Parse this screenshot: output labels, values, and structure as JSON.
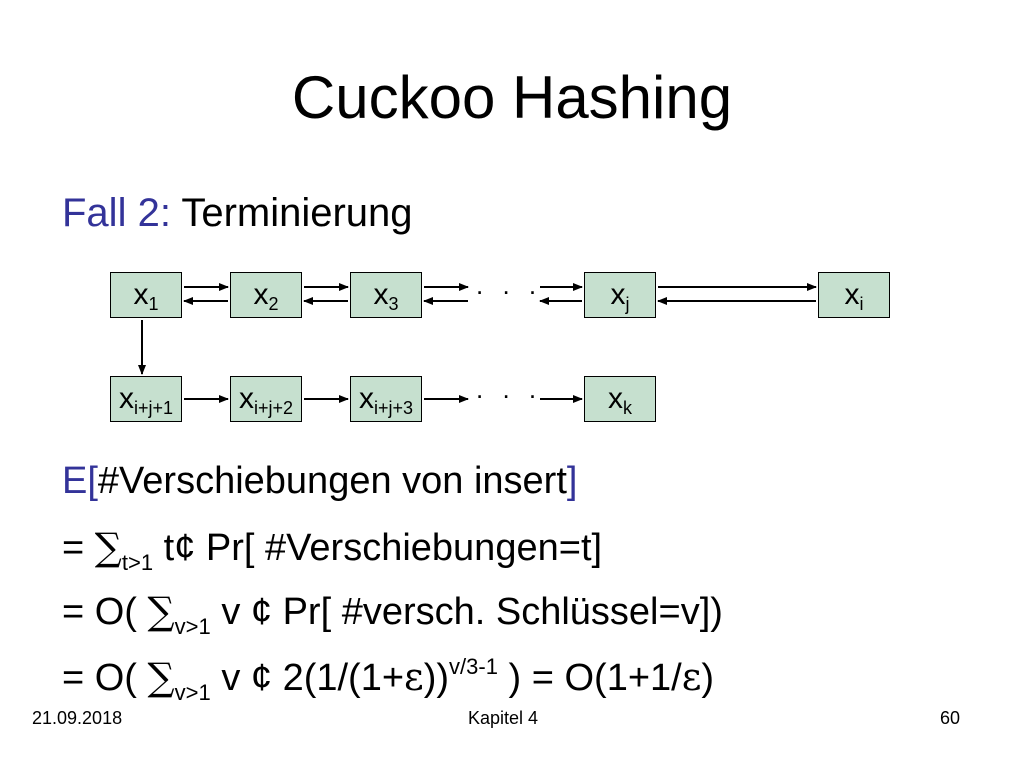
{
  "slide": {
    "title": "Cuckoo Hashing",
    "case_label": "Fall 2:",
    "case_text": "Terminierung",
    "diagram": {
      "row1": [
        {
          "main": "x",
          "sub": "1"
        },
        {
          "main": "x",
          "sub": "2"
        },
        {
          "main": "x",
          "sub": "3"
        },
        {
          "main": "x",
          "sub": "j"
        },
        {
          "main": "x",
          "sub": "i"
        }
      ],
      "row2": [
        {
          "main": "x",
          "sub": "i+j+1"
        },
        {
          "main": "x",
          "sub": "i+j+2"
        },
        {
          "main": "x",
          "sub": "i+j+3"
        },
        {
          "main": "x",
          "sub": "k"
        }
      ],
      "dots": ". . ."
    },
    "formula": {
      "line1": {
        "open": "E[",
        "text": "#Verschiebungen von insert",
        "close": "]"
      },
      "line2": {
        "eq": "=",
        "sum": "∑",
        "sub": "t>1",
        "mid": "t¢ Pr[ #Verschiebungen",
        "eq2": "=",
        "tail": "t]"
      },
      "line3": {
        "eq": "= O(",
        "sum": "∑",
        "sub": "v>1",
        "mid": "v ¢ Pr[ #versch. Schlüssel",
        "eq2": "=",
        "tail": "v])"
      },
      "line4": {
        "eq": "= O(",
        "sum": "∑",
        "sub": "v>1",
        "mid": "v ¢ 2(1/(1+",
        "eps": "ε",
        "close": "))",
        "sup": "v/3-1",
        "rest": " ) = O(1+1/",
        "eps2": "ε",
        "end": ")"
      }
    },
    "footer": {
      "date": "21.09.2018",
      "chapter": "Kapitel 4",
      "page": "60"
    }
  }
}
